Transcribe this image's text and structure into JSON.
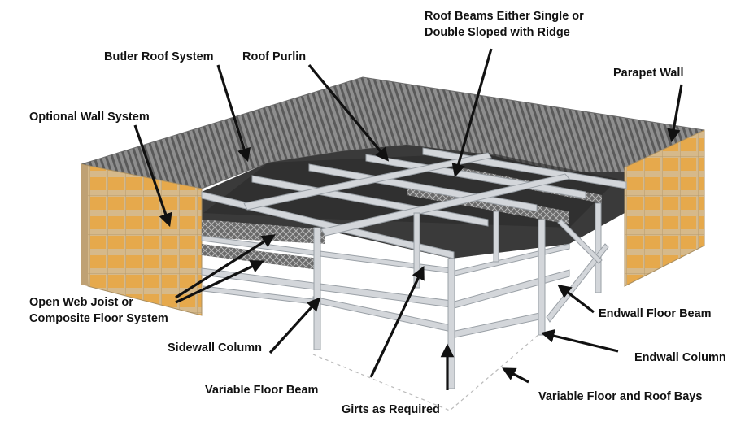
{
  "labels": {
    "roof_beams": [
      "Roof Beams Either Single or",
      "Double Sloped with Ridge"
    ],
    "butler_roof": "Butler Roof System",
    "roof_purlin": "Roof Purlin",
    "parapet_wall": "Parapet Wall",
    "optional_wall": "Optional Wall System",
    "open_web_joist": [
      "Open Web Joist or",
      "Composite Floor System"
    ],
    "endwall_floor_beam": "Endwall Floor Beam",
    "sidewall_column": "Sidewall Column",
    "endwall_column": "Endwall Column",
    "variable_floor_beam": "Variable Floor Beam",
    "variable_bays": "Variable Floor and Roof Bays",
    "girts": "Girts as Required"
  },
  "colors": {
    "roof_panel": "#8c8c8c",
    "roof_rib": "#5e5e5e",
    "wall_tan": "#d9bd8e",
    "wall_orange": "#e8a74a",
    "steel": "#c9ccd0",
    "interior_dark": "#3c3c3c",
    "arrow": "#111111"
  }
}
